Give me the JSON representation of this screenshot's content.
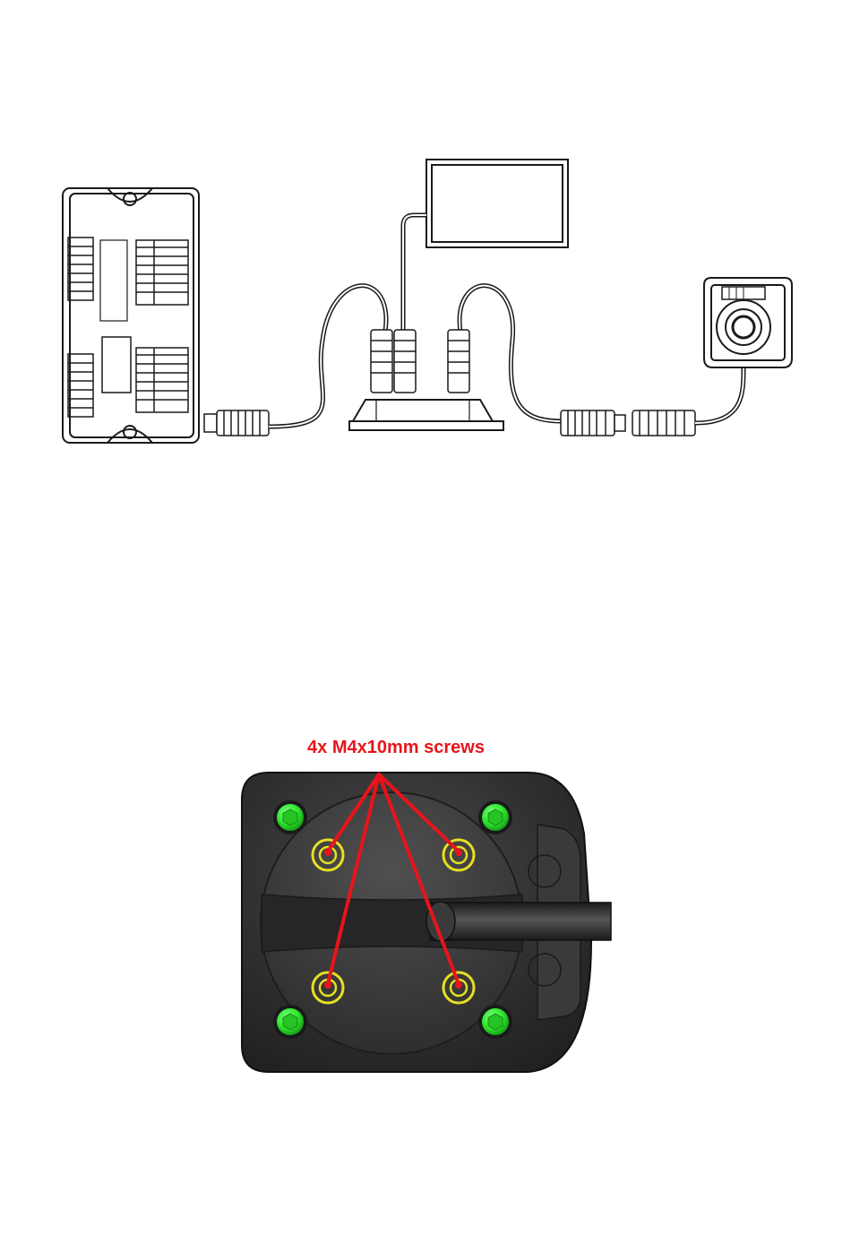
{
  "diagram": {
    "callout": {
      "label": "4x M4x10mm screws",
      "color": "#e8141b"
    },
    "colors": {
      "outline": "#1a1a1a",
      "housing_dark": "#2b2b2b",
      "housing_mid": "#555555",
      "green_screw": "#2ee82e",
      "yellow_ring": "#e6df22"
    },
    "components": {
      "controller_icon": "controller-module",
      "monitor_icon": "monitor",
      "splitter_icon": "splitter-hub",
      "camera_icon": "camera"
    }
  }
}
